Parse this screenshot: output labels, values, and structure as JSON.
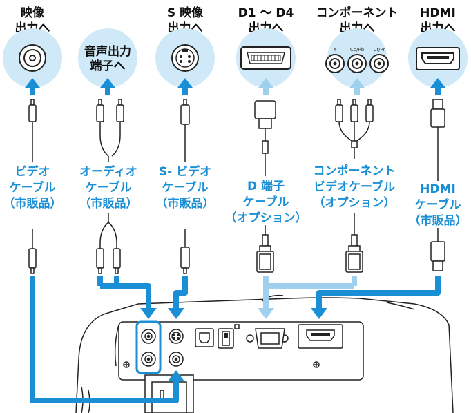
{
  "connectors": [
    {
      "id": "video",
      "line1": "映像",
      "line2": "出力へ"
    },
    {
      "id": "audio",
      "line1": "",
      "line2": "",
      "inner1": "音声出力",
      "inner2": "端子へ"
    },
    {
      "id": "svideo",
      "line1": "S 映像",
      "line2": "出力へ"
    },
    {
      "id": "d1d4",
      "line1": "D1 ～ D4",
      "line2": "出力へ"
    },
    {
      "id": "component",
      "line1": "コンポーネント",
      "line2": "出力へ"
    },
    {
      "id": "hdmi",
      "line1": "HDMI",
      "line2": "出力へ"
    }
  ],
  "component_jack_labels": [
    "Y",
    "Cb/Pb",
    "Cr/Pr"
  ],
  "cables": [
    {
      "id": "video",
      "lines": [
        "ビデオ",
        "ケーブル",
        "（市販品）"
      ]
    },
    {
      "id": "audio",
      "lines": [
        "オーディオ",
        "ケーブル",
        "（市販品）"
      ]
    },
    {
      "id": "svideo",
      "lines": [
        "S- ビデオ",
        "ケーブル",
        "（市販品）"
      ]
    },
    {
      "id": "d1d4",
      "lines": [
        "D 端子",
        "ケーブル",
        "（オプション）"
      ]
    },
    {
      "id": "component",
      "lines": [
        "コンポーネント",
        "ビデオケーブル",
        "（オプション）"
      ]
    },
    {
      "id": "hdmi",
      "lines": [
        "HDMI",
        "ケーブル",
        "（市販品）"
      ]
    }
  ],
  "colors": {
    "accent_dark": "#1b8fd6",
    "accent_light": "#9fd0ee",
    "circle_fill": "#cfe9f8",
    "outline": "#222222"
  }
}
